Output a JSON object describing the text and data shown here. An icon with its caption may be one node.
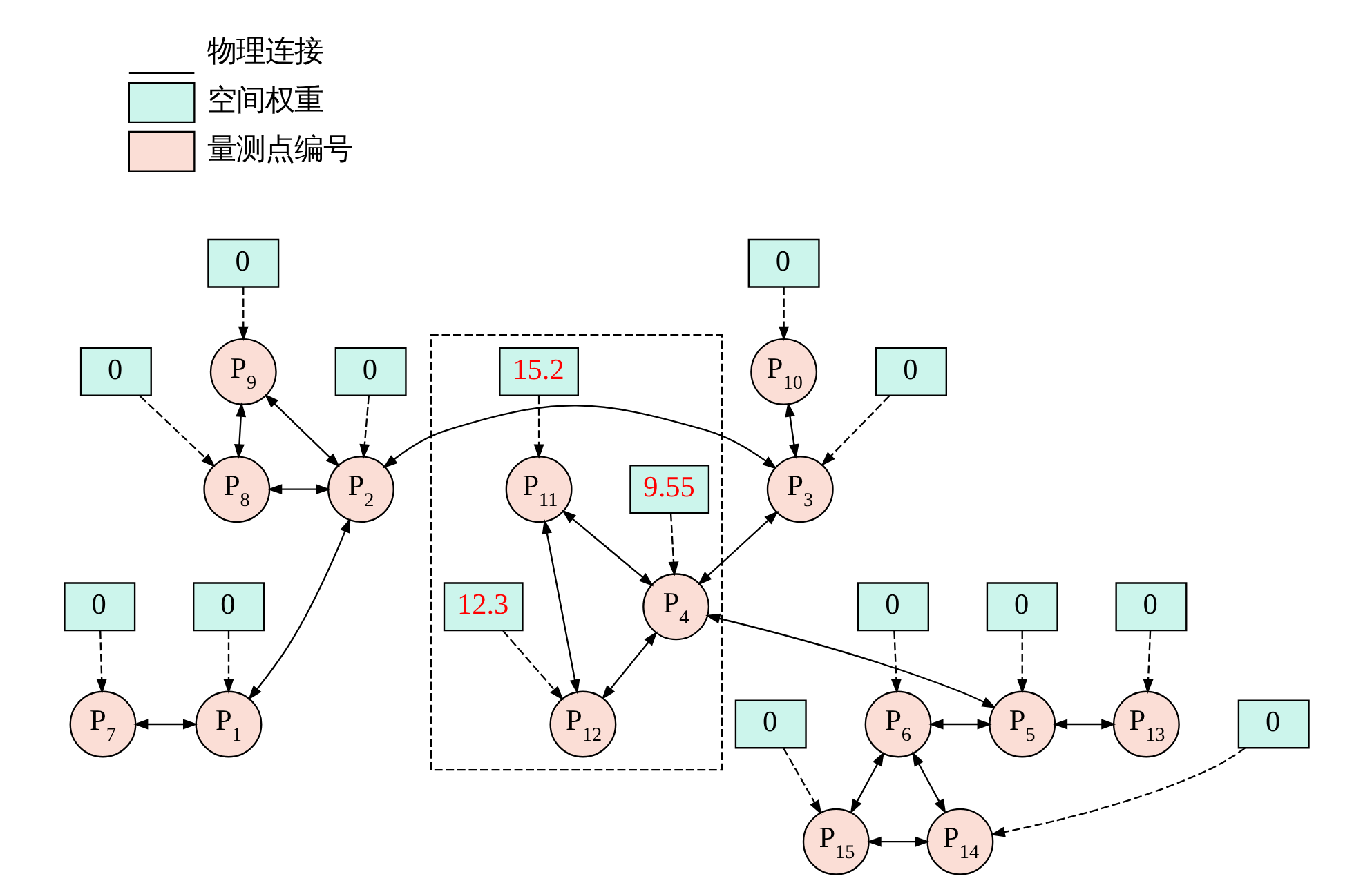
{
  "diagram": {
    "nodes": [
      {
        "text": [
          "0"
        ]
      },
      {
        "text": [
          "0"
        ]
      },
      {
        "text": [],
        "shape": "box"
      },
      {
        "text": [
          "15.2"
        ],
        "in": 2
      },
      {
        "text": [
          "P$_{9}$"
        ]
      },
      {
        "text": [
          "P$_{10}$"
        ]
      },
      {
        "text": [
          "P$_{11}$"
        ],
        "in": 2
      },
      {
        "text": [
          "0"
        ]
      },
      {
        "text": [
          "P$_{8}$"
        ]
      },
      {
        "text": [
          "P$_{2}$"
        ]
      },
      {
        "text": [
          "P$_{3}$"
        ]
      },
      {
        "text": [
          "P$_{4}$"
        ],
        "in": 2
      },
      {
        "text": [
          "P$_{12}$"
        ],
        "in": 2
      },
      {
        "text": [
          "0"
        ]
      },
      {
        "text": [
          "0"
        ]
      },
      {
        "text": [
          "0"
        ]
      },
      {
        "text": [
          "9.55"
        ],
        "in": 2
      },
      {
        "text": [
          "12.3"
        ],
        "in": 2
      },
      {
        "text": [
          "P$_{7}$"
        ]
      },
      {
        "text": [
          "P$_{1}$"
        ]
      },
      {
        "text": [
          "P$_{6}$"
        ]
      },
      {
        "text": [
          "P$_{5}$"
        ]
      },
      {
        "text": [
          "P$_{13}$"
        ]
      },
      {
        "text": [
          "0"
        ]
      },
      {
        "text": [
          "0"
        ]
      },
      {
        "text": [
          "0"
        ]
      },
      {
        "text": [
          "0"
        ]
      },
      {
        "text": [
          "P$_{15}$"
        ]
      },
      {
        "text": [
          "P$_{14}$"
        ]
      },
      {
        "text": [
          "0"
        ]
      },
      {
        "text": [
          "0"
        ]
      }
    ],
    "edges": [
      {
        "from": 0,
        "to": 4,
        "arrow": "to",
        "style": "dashed"
      },
      {
        "from": 1,
        "to": 5,
        "arrow": "to",
        "style": "dashed"
      },
      {
        "from": 3,
        "to": 6,
        "arrow": "to",
        "style": "dashed"
      },
      {
        "from": 7,
        "to": 10,
        "arrow": "to",
        "style": "dashed"
      },
      {
        "from": 4,
        "to": 8,
        "arrow": "both"
      },
      {
        "from": 4,
        "to": 9,
        "arrow": "both"
      },
      {
        "from": 5,
        "to": 10,
        "arrow": "both"
      },
      {
        "from": 6,
        "to": 11,
        "arrow": "both"
      },
      {
        "from": 6,
        "to": 12,
        "arrow": "both"
      },
      {
        "from": 8,
        "to": 9,
        "arrow": "both"
      },
      {
        "from": 9,
        "to": 10,
        "arrow": "both"
      },
      {
        "from": 10,
        "to": 11,
        "arrow": "both"
      },
      {
        "from": 11,
        "to": 12,
        "arrow": "both"
      },
      {
        "from": 13,
        "to": 8,
        "arrow": "to",
        "style": "dashed"
      },
      {
        "from": 14,
        "to": 9,
        "arrow": "to",
        "style": "dashed"
      },
      {
        "from": 15,
        "to": 20,
        "arrow": "to",
        "style": "dashed"
      },
      {
        "from": 16,
        "to": 11,
        "arrow": "to",
        "style": "dashed"
      },
      {
        "from": 17,
        "to": 12,
        "arrow": "to",
        "style": "dashed"
      },
      {
        "from": 9,
        "to": 19,
        "arrow": "both"
      },
      {
        "from": 11,
        "to": 21,
        "arrow": "both"
      },
      {
        "from": 18,
        "to": 19,
        "arrow": "both"
      },
      {
        "from": 20,
        "to": 21,
        "arrow": "both"
      },
      {
        "from": 21,
        "to": 22,
        "arrow": "both"
      },
      {
        "from": 23,
        "to": 18,
        "arrow": "to",
        "style": "dashed"
      },
      {
        "from": 24,
        "to": 19,
        "arrow": "to",
        "style": "dashed"
      },
      {
        "from": 25,
        "to": 21,
        "arrow": "to",
        "style": "dashed"
      },
      {
        "from": 26,
        "to": 22,
        "arrow": "to",
        "style": "dashed"
      },
      {
        "from": 20,
        "to": 27,
        "arrow": "both"
      },
      {
        "from": 20,
        "to": 28,
        "arrow": "both"
      },
      {
        "from": 27,
        "to": 28,
        "arrow": "both"
      },
      {
        "from": 29,
        "to": 27,
        "arrow": "to",
        "style": "dashed"
      },
      {
        "from": 30,
        "to": 28,
        "arrow": "to",
        "style": "dashed"
      }
    ],
    "legend": [
      {
        "text": "物理连接"
      },
      {
        "text": "空间权重",
        "color": "#ccf5ec"
      },
      {
        "text": "量测点编号",
        "color": "#fbded6"
      }
    ]
  }
}
